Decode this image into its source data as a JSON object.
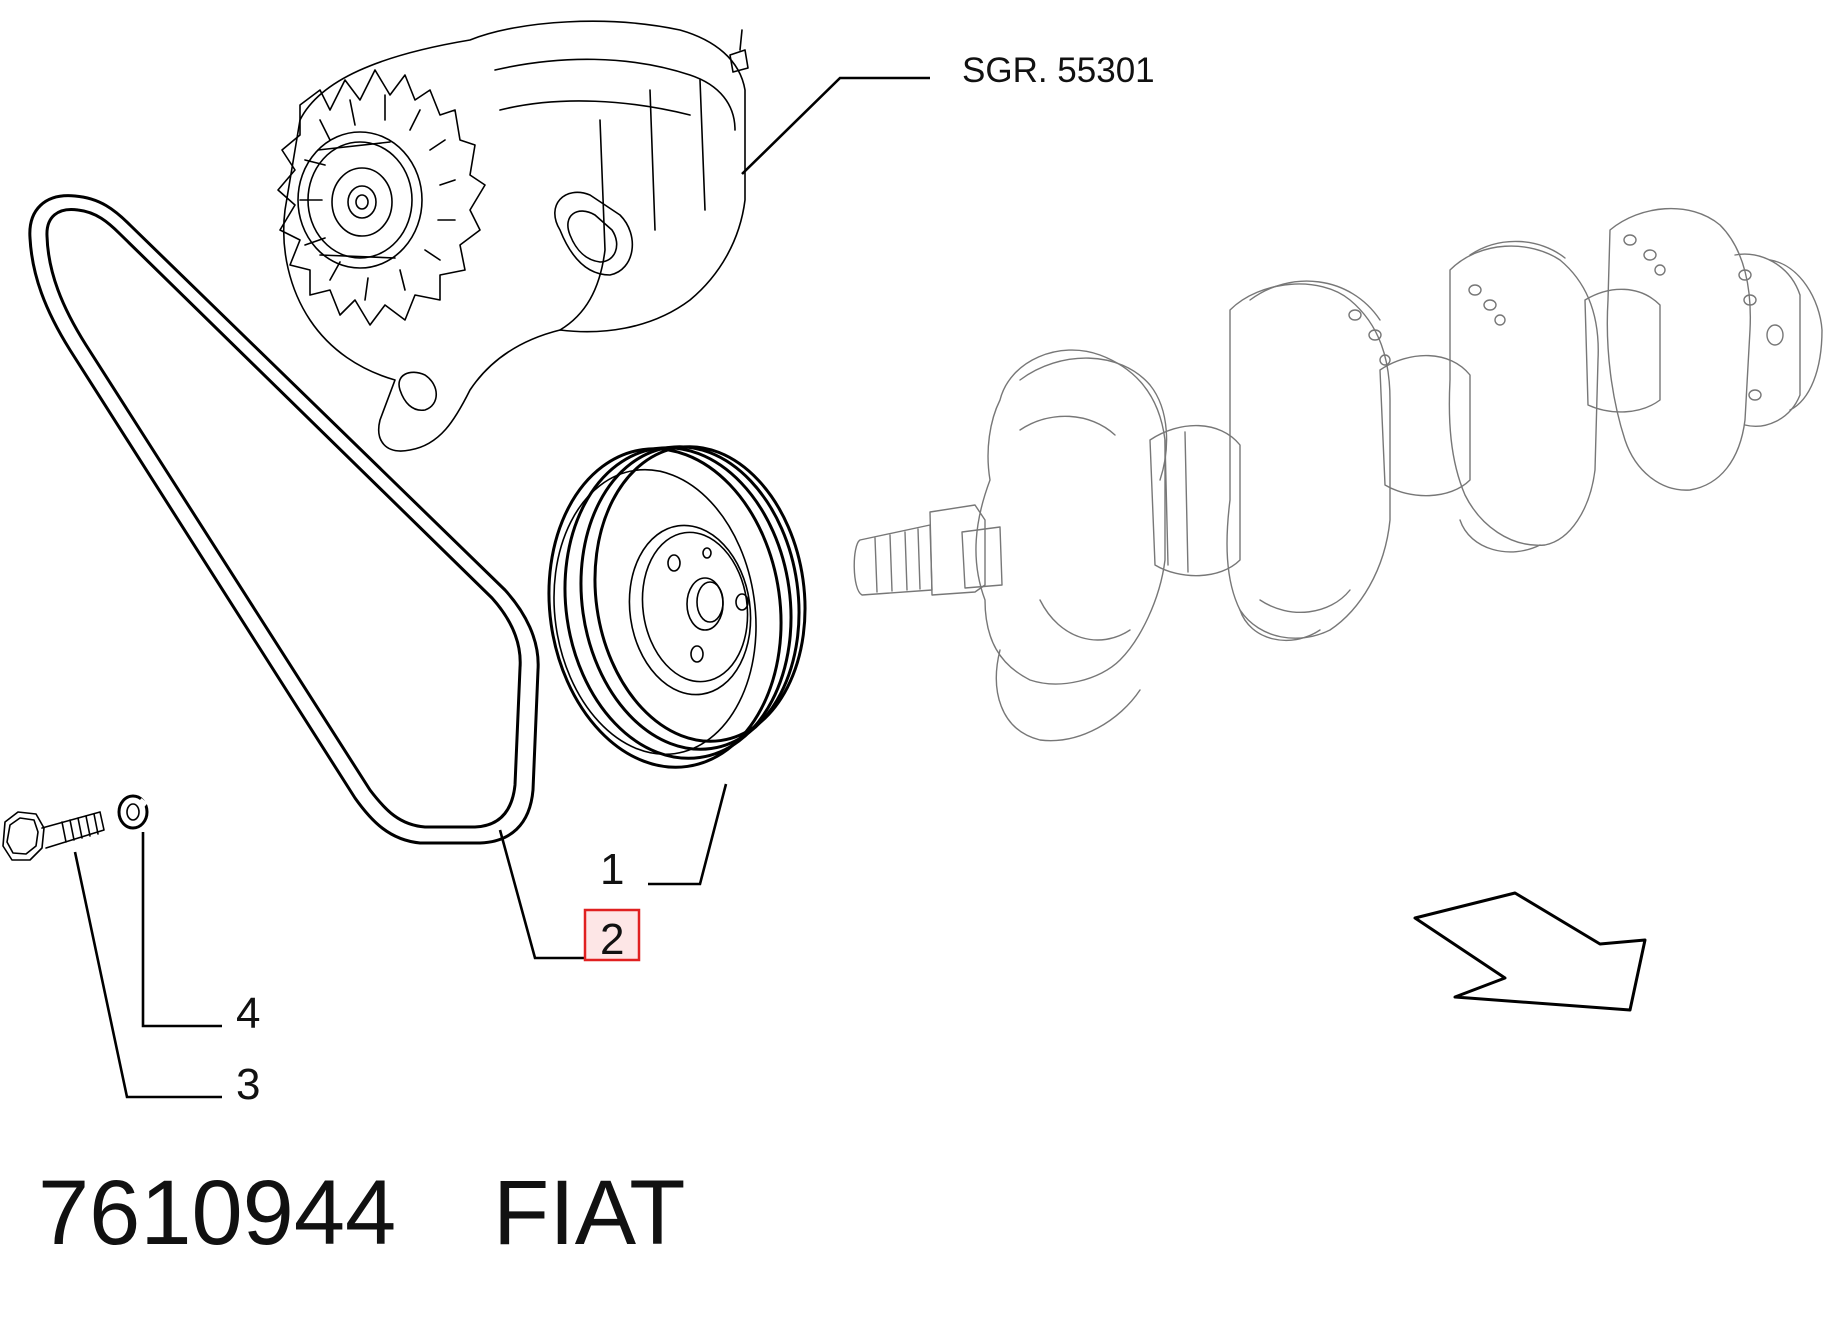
{
  "diagram": {
    "reference_label": "SGR. 55301",
    "callouts": [
      {
        "id": "1",
        "text": "1",
        "highlighted": false
      },
      {
        "id": "2",
        "text": "2",
        "highlighted": true
      },
      {
        "id": "3",
        "text": "3",
        "highlighted": false
      },
      {
        "id": "4",
        "text": "4",
        "highlighted": false
      }
    ],
    "footer": {
      "part_number": "7610944",
      "brand": "FIAT"
    },
    "colors": {
      "line": "#000000",
      "highlight_border": "#e02020",
      "highlight_fill": "#fde6e6"
    },
    "icons": [
      "alternator-icon",
      "drive-belt-icon",
      "crankshaft-pulley-icon",
      "crankshaft-icon",
      "bolt-icon",
      "washer-icon",
      "direction-arrow-icon"
    ]
  }
}
